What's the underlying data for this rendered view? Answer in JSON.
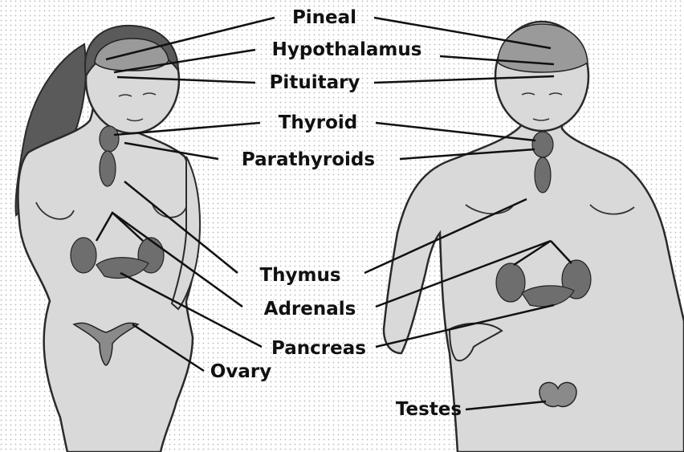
{
  "labels": {
    "pineal": "Pineal",
    "hypothalamus": "Hypothalamus",
    "pituitary": "Pituitary",
    "thyroid": "Thyroid",
    "parathyroids": "Parathyroids",
    "thymus": "Thymus",
    "adrenals": "Adrenals",
    "pancreas": "Pancreas",
    "ovary": "Ovary",
    "testes": "Testes"
  },
  "colors": {
    "background": "#ffffff",
    "dot_texture": "#b9b9b9",
    "skin": "#d9d9d9",
    "body_outline": "#2a2a2a",
    "hair": "#5a5a5a",
    "gland": "#6e6e6e",
    "leader_line": "#111111",
    "label_text": "#111111"
  }
}
